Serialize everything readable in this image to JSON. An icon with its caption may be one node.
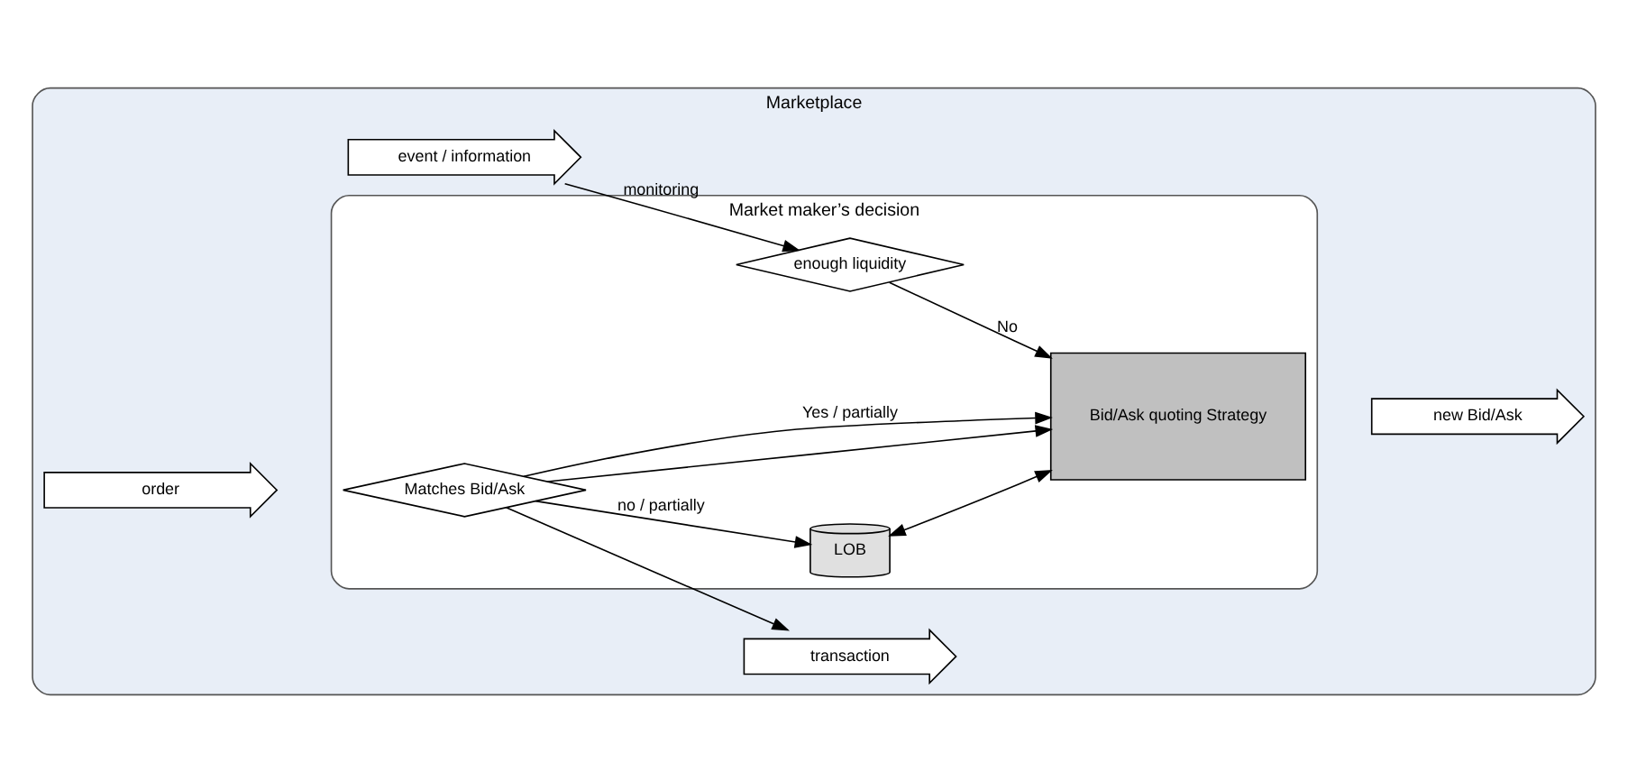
{
  "diagram": {
    "nodes": [
      {
        "text": [
          "Marketplace"
        ]
      },
      {
        "text": [
          "Market maker’s decision"
        ],
        "in": 0
      },
      {
        "text": [
          "event / information"
        ],
        "in": 0
      },
      {
        "text": [
          "enough liquidity"
        ],
        "in": 1
      },
      {
        "text": [
          "LOB"
        ],
        "in": 1
      },
      {
        "text": [
          "Bid/Ask quoting Strategy"
        ],
        "in": 1
      },
      {
        "text": [
          "order"
        ],
        "in": 0
      },
      {
        "text": [
          "Matches Bid/Ask"
        ],
        "in": 1
      },
      {
        "text": [
          "new Bid/Ask"
        ],
        "in": 0
      },
      {
        "text": [
          "transaction"
        ],
        "in": 0
      }
    ],
    "edges": [
      {
        "from": 2,
        "to": 3,
        "arrow": "to",
        "label": "monitoring"
      },
      {
        "from": 3,
        "to": 5,
        "arrow": "to",
        "label": "No"
      },
      {
        "from": 4,
        "to": 5,
        "arrow": "both"
      },
      {
        "from": 7,
        "to": 4,
        "arrow": "to",
        "label": "no / partially"
      },
      {
        "from": 7,
        "to": 5,
        "arrow": "to"
      },
      {
        "from": 7,
        "to": 5,
        "arrow": "to",
        "label": "Yes / partially"
      },
      {
        "from": 7,
        "to": 9,
        "arrow": "to"
      }
    ]
  }
}
